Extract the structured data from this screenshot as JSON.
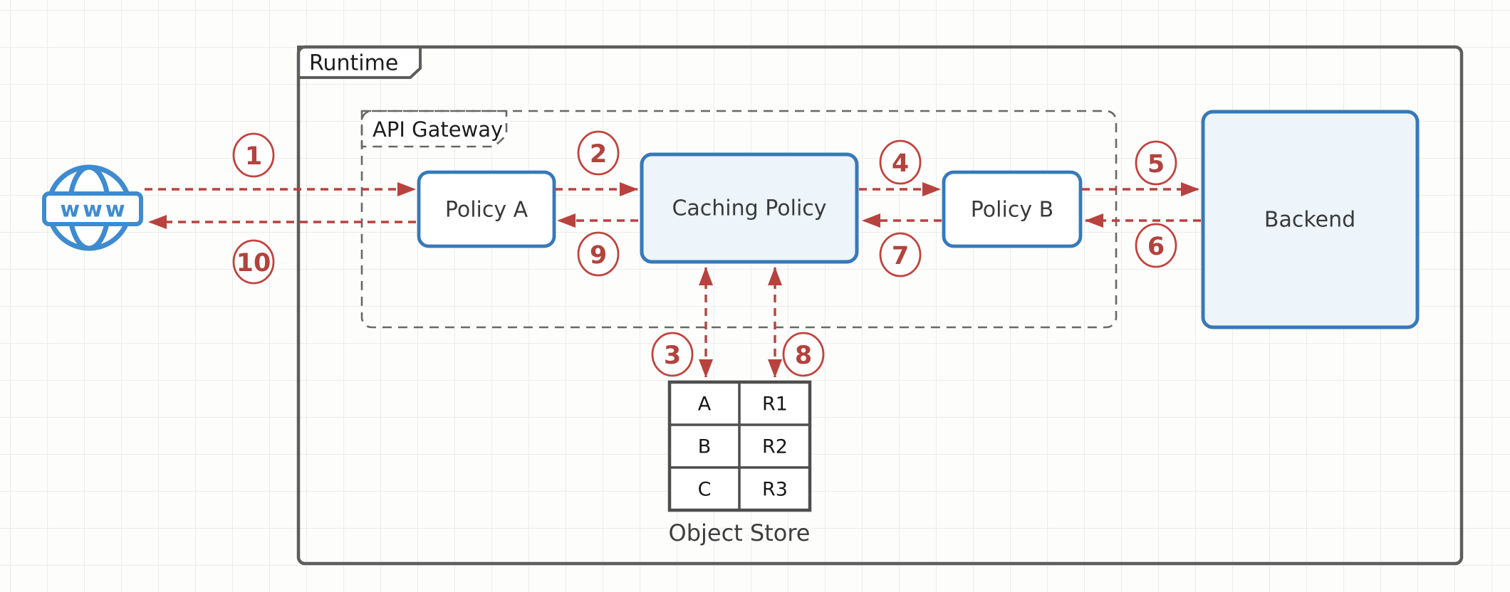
{
  "diagram": {
    "containers": {
      "runtime": {
        "label": "Runtime"
      },
      "api_gateway": {
        "label": "API Gateway"
      }
    },
    "nodes": {
      "internet": {
        "label": "www"
      },
      "policy_a": {
        "label": "Policy A"
      },
      "caching_policy": {
        "label": "Caching Policy"
      },
      "policy_b": {
        "label": "Policy B"
      },
      "backend": {
        "label": "Backend"
      }
    },
    "object_store": {
      "label": "Object Store",
      "rows": [
        [
          "A",
          "R1"
        ],
        [
          "B",
          "R2"
        ],
        [
          "C",
          "R3"
        ]
      ]
    },
    "steps": [
      "1",
      "2",
      "3",
      "4",
      "5",
      "6",
      "7",
      "8",
      "9",
      "10"
    ],
    "colors": {
      "arrow_red": "#b8423e",
      "step_red": "#b2433d",
      "node_border_blue": "#3779b9",
      "node_fill_blue": "#edf4fa",
      "node_fill_white": "#ffffff",
      "container_gray": "#5d5d5d",
      "dashed_gray": "#686868",
      "table_gray": "#4e4e4e",
      "globe_blue": "#3e8bd0",
      "grid_line": "#ececec"
    }
  }
}
